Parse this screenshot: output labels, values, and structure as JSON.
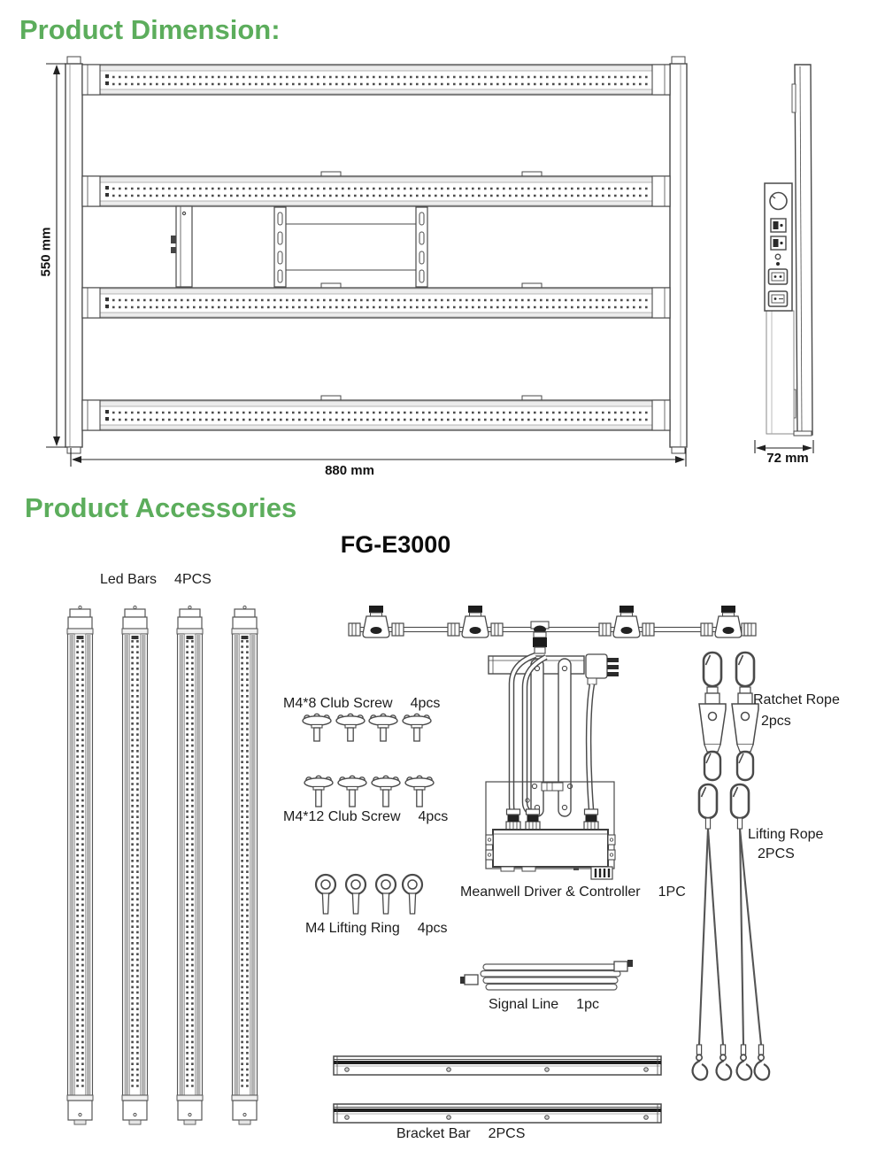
{
  "page": {
    "dimension_heading": "Product Dimension:",
    "accessories_heading": "Product Accessories",
    "model": "FG-E3000"
  },
  "dimensions": {
    "height": "550 mm",
    "width": "880 mm",
    "depth": "72 mm"
  },
  "accessories": {
    "led_bars": {
      "label": "Led Bars",
      "qty": "4PCS"
    },
    "m4x8_screw": {
      "label": "M4*8 Club Screw",
      "qty": "4pcs"
    },
    "m4x12_screw": {
      "label": "M4*12 Club Screw",
      "qty": "4pcs"
    },
    "lifting_ring": {
      "label": "M4 Lifting Ring",
      "qty": "4pcs"
    },
    "driver": {
      "label": "Meanwell Driver & Controller",
      "qty": "1PC"
    },
    "signal_line": {
      "label": "Signal Line",
      "qty": "1pc"
    },
    "ratchet_rope": {
      "label": "Ratchet Rope",
      "qty": "2pcs"
    },
    "lifting_rope": {
      "label": "Lifting Rope",
      "qty": "2PCS"
    },
    "bracket_bar": {
      "label": "Bracket Bar",
      "qty": "2PCS"
    }
  },
  "colors": {
    "heading_green": "#5cad5c",
    "line_art": "#4a4a4a",
    "background": "#ffffff"
  }
}
